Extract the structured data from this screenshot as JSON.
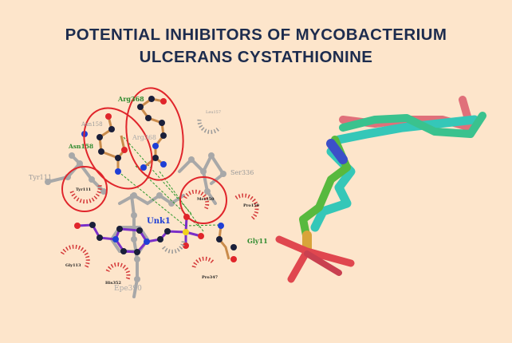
{
  "title": {
    "line1": "POTENTIAL INHIBITORS OF MYCOBACTERIUM",
    "line2": "ULCERANS CYSTATHIONINE"
  },
  "diagram": {
    "labels": {
      "arg368_green": "Arg368",
      "asn158_gray": "Asn158",
      "arg368_gray": "Arg368",
      "asn158_green": "Asn158",
      "leu157": "Leu157",
      "tyr111_gray": "Tyr111",
      "tyr111_circle": "Tyr111",
      "ser336": "Ser336",
      "met350": "Met350",
      "pro159": "Pro159",
      "unk1": "Unk1",
      "gly11": "Gly11",
      "gly113": "Gly113",
      "his352": "His352",
      "epe390": "Epe390",
      "pro347": "Pro347"
    }
  },
  "colors": {
    "background": "#fde5cb",
    "title": "#1d2c4e",
    "highlight": "#e0252b",
    "hbond": "#2e9a2e",
    "ligand_bond": "#7a2fc8"
  }
}
